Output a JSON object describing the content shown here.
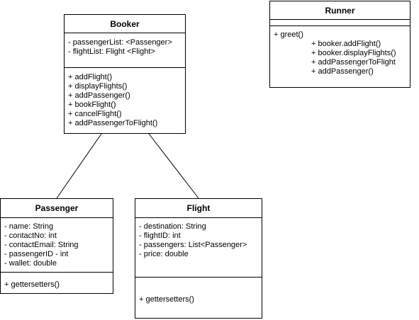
{
  "classes": {
    "booker": {
      "name": "Booker",
      "attributes": [
        "- passengerList: <Passenger>",
        "- flightList: Flight <Flight>"
      ],
      "methods": [
        "+ addFlight()",
        "+ displayFlights()",
        "+ addPassenger()",
        "+ bookFlight()",
        "+ cancelFlight()",
        "+ addPassengerToFlight()"
      ]
    },
    "runner": {
      "name": "Runner",
      "methods": [
        "+ greet()",
        "+ booker.addFlight()",
        "+ booker.displayFlights()",
        "+ addPassengerToFlight",
        "+ addPassenger()"
      ]
    },
    "passenger": {
      "name": "Passenger",
      "attributes": [
        "- name: String",
        "- contactNo: int",
        "- contactEmail: String",
        "- passengerID - int",
        "- wallet: double"
      ],
      "methods": [
        "+ gettersetters()"
      ]
    },
    "flight": {
      "name": "Flight",
      "attributes": [
        "- destination: String",
        "- flightID: int",
        "- passengers: List<Passenger>",
        "- price: double"
      ],
      "methods": [
        "+ gettersetters()"
      ]
    }
  }
}
